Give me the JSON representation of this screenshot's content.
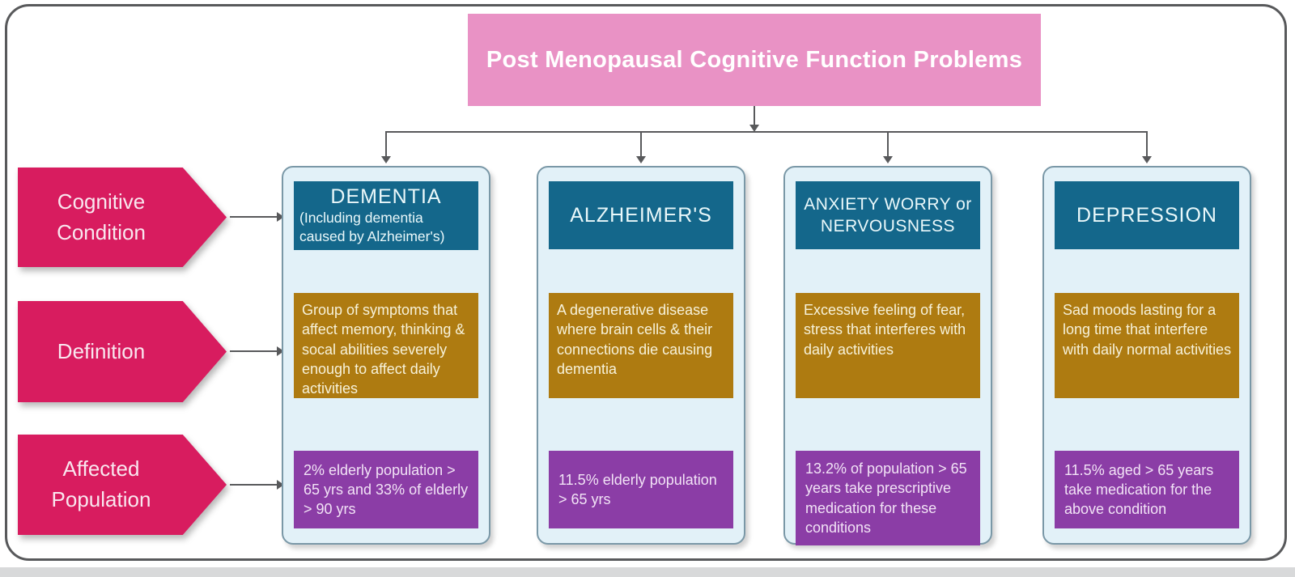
{
  "title": {
    "text": "Post Menopausal Cognitive Function Problems"
  },
  "row_labels": [
    {
      "label": "Cognitive Condition"
    },
    {
      "label": "Definition"
    },
    {
      "label": "Affected Population"
    }
  ],
  "columns": [
    {
      "title": "DEMENTIA",
      "subtitle": "(Including dementia caused by Alzheimer's)",
      "definition": "Group of symptoms that affect memory, thinking & socal abilities severely enough to affect daily activities",
      "population": "2% elderly population > 65 yrs and 33% of elderly > 90 yrs"
    },
    {
      "title": "ALZHEIMER'S",
      "subtitle": "",
      "definition": "A degenerative disease where brain cells & their connections die causing dementia",
      "population": "11.5% elderly population > 65 yrs"
    },
    {
      "title": "ANXIETY WORRY or NERVOUSNESS",
      "subtitle": "",
      "definition": "Excessive feeling of fear, stress that interferes with daily activities",
      "population": "13.2% of population > 65 years take prescriptive medication for these conditions"
    },
    {
      "title": "DEPRESSION",
      "subtitle": "",
      "definition": "Sad moods lasting for a long time that interfere with daily normal activities",
      "population": "11.5% aged > 65 years take medication for the above condition"
    }
  ],
  "colors": {
    "title-pink": "#E992C5",
    "label-pink": "#D81C5F",
    "teal": "#14678B",
    "gold": "#AE7B11",
    "purple": "#8B3DA6",
    "col-bg": "#E2F1F8",
    "col-border": "#7A98A7",
    "line": "#58595B",
    "strip": "#D8D9DA"
  }
}
